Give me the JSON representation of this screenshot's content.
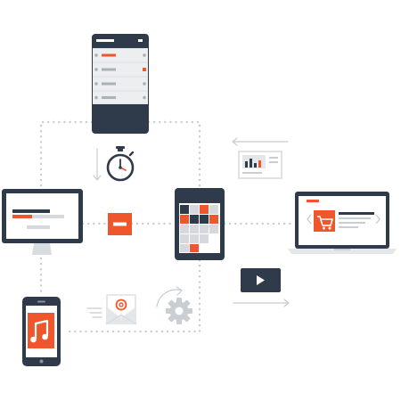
{
  "diagram": {
    "colors": {
      "navy": "#2f3a4a",
      "orange": "#f0562c",
      "light_gray": "#e4e7ea",
      "mid_gray": "#c9ced3",
      "white": "#ffffff"
    },
    "nodes": [
      {
        "name": "server-rack",
        "icon": "server-icon"
      },
      {
        "name": "stopwatch",
        "icon": "stopwatch-icon"
      },
      {
        "name": "desktop-monitor",
        "icon": "monitor-icon"
      },
      {
        "name": "minus-badge",
        "icon": "minus-icon"
      },
      {
        "name": "tablet-app-grid",
        "icon": "tablet-icon"
      },
      {
        "name": "analytics-card",
        "icon": "bar-chart-icon"
      },
      {
        "name": "laptop-shop",
        "icon": "shopping-cart-icon"
      },
      {
        "name": "video-player",
        "icon": "play-icon"
      },
      {
        "name": "smartphone-music",
        "icon": "music-note-icon"
      },
      {
        "name": "email-envelope",
        "icon": "at-sign-icon"
      },
      {
        "name": "settings-gear",
        "icon": "gear-icon"
      }
    ]
  }
}
